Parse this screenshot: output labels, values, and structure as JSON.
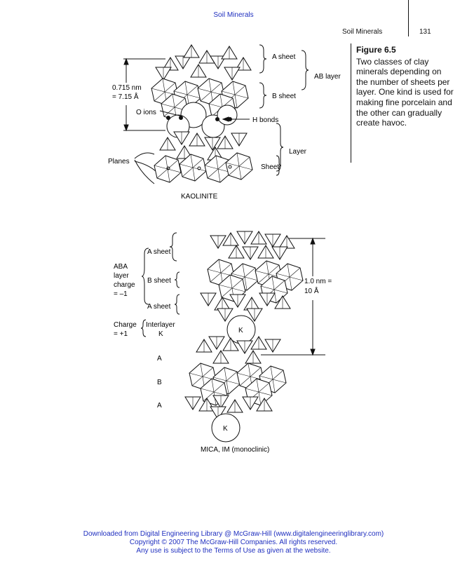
{
  "header": {
    "link": "Soil Minerals",
    "running_title": "Soil Minerals",
    "page_number": "131"
  },
  "caption": {
    "figure": "Figure 6.5",
    "text": "Two classes of clay minerals depending on the number of sheets per layer. One kind is used for making fine porcelain and the other can gradually create havoc."
  },
  "kaolinite": {
    "a_sheet": "A sheet",
    "ab_layer": "AB layer",
    "b_sheet": "B sheet",
    "dim_nm": "0.715 nm",
    "dim_a": "= 7.15 Å",
    "o_ions": "O ions",
    "h_bonds": "H bonds",
    "layer": "Layer",
    "planes": "Planes",
    "sheet": "Sheet",
    "name": "KAOLINITE"
  },
  "mica": {
    "a_sheet_1": "A sheet",
    "aba": "ABA",
    "layer_word": "layer",
    "charge_word": "charge",
    "charge_value": "= –1",
    "b_sheet": "B sheet",
    "a_sheet_2": "A sheet",
    "dim_nm": "1.0 nm =",
    "dim_a": "10 Å",
    "charge2_word": "Charge",
    "charge2_value": "= +1",
    "interlayer": "Interlayer",
    "interlayer_k": "K",
    "k_ion_1": "K",
    "label_a_1": "A",
    "label_b": "B",
    "label_a_2": "A",
    "k_ion_2": "K",
    "name": "MICA, IM (monoclinic)"
  },
  "footer": {
    "line1": "Downloaded from Digital Engineering Library @ McGraw-Hill (www.digitalengineeringlibrary.com)",
    "line2": "Copyright © 2007 The McGraw-Hill Companies. All rights reserved.",
    "line3": "Any use is subject to the Terms of Use as given at the website."
  }
}
